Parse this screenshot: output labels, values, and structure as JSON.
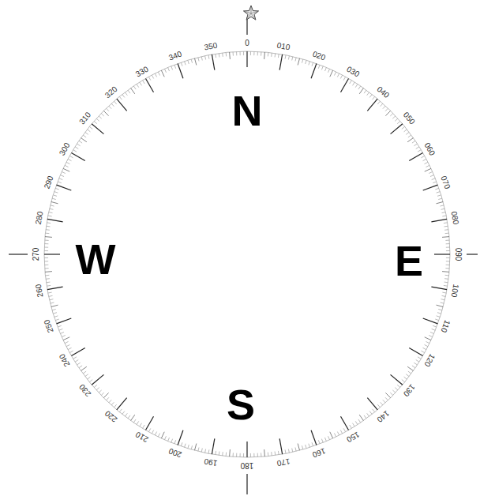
{
  "diagram": {
    "labels": [
      "0",
      "010",
      "020",
      "030",
      "040",
      "050",
      "060",
      "070",
      "080",
      "090",
      "100",
      "110",
      "120",
      "130",
      "140",
      "150",
      "160",
      "170",
      "180",
      "190",
      "200",
      "210",
      "220",
      "230",
      "240",
      "250",
      "260",
      "270",
      "280",
      "290",
      "300",
      "310",
      "320",
      "330",
      "340",
      "350",
      "N",
      "W",
      "E",
      "S"
    ]
  }
}
